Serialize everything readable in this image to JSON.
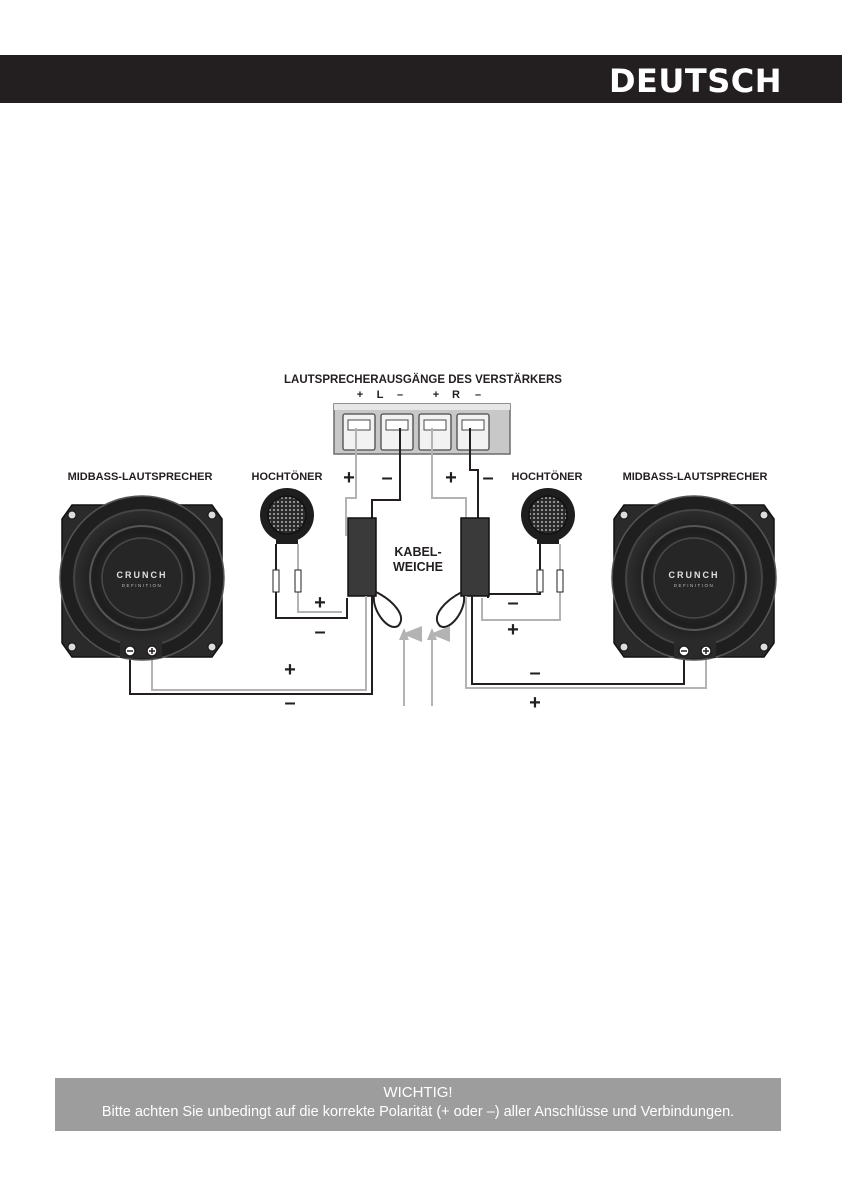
{
  "header": {
    "language": "DEUTSCH"
  },
  "diagram": {
    "amp_title": "LAUTSPRECHERAUSGÄNGE DES VERSTÄRKERS",
    "amp_terminals": [
      "+",
      "L",
      "–",
      "+",
      "R",
      "–"
    ],
    "midbass_left": "MIDBASS-LAUTSPRECHER",
    "midbass_right": "MIDBASS-LAUTSPRECHER",
    "tweeter_left": "HOCHTÖNER",
    "tweeter_right": "HOCHTÖNER",
    "crossover": [
      "KABEL-",
      "WEICHE"
    ],
    "brand": "CRUNCH",
    "brand_sub": "DEFINITION",
    "plus": "+",
    "minus": "–"
  },
  "notice": {
    "title": "WICHTIG!",
    "text": "Bitte achten Sie unbedingt auf die korrekte Polarität (+ oder –) aller Anschlüsse und Verbindungen."
  },
  "colors": {
    "dark": "#231f20",
    "wire_light": "#b3b3b3",
    "notice_bg": "#9d9d9d"
  }
}
